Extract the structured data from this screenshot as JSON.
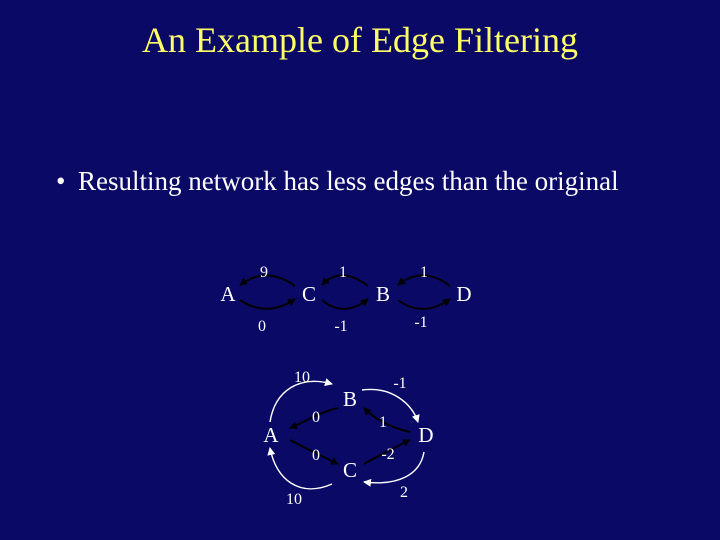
{
  "slide": {
    "title": "An Example of Edge Filtering",
    "bullet": "•",
    "bullet_text": "Resulting network has less edges than the original"
  },
  "colors": {
    "background": "#0a0a66",
    "title": "#ffff66",
    "text": "#ffffff",
    "node_box": "#ffffff"
  },
  "graph1": {
    "nodes": {
      "A": "A",
      "C": "C",
      "B": "B",
      "D": "D"
    },
    "weights": {
      "w9": "9",
      "w0": "0",
      "w1a": "1",
      "wm1a": "-1",
      "w1b": "1",
      "wm1b": "-1"
    }
  },
  "graph2": {
    "nodes": {
      "A": "A",
      "B": "B",
      "C": "C",
      "D": "D"
    },
    "weights": {
      "w10_top": "10",
      "w0_ab": "0",
      "w0_ac": "0",
      "w10_bottom": "10",
      "wm1_bd": "-1",
      "w1_bd": "1",
      "wm2_cd": "-2",
      "w2_cd": "2"
    }
  }
}
